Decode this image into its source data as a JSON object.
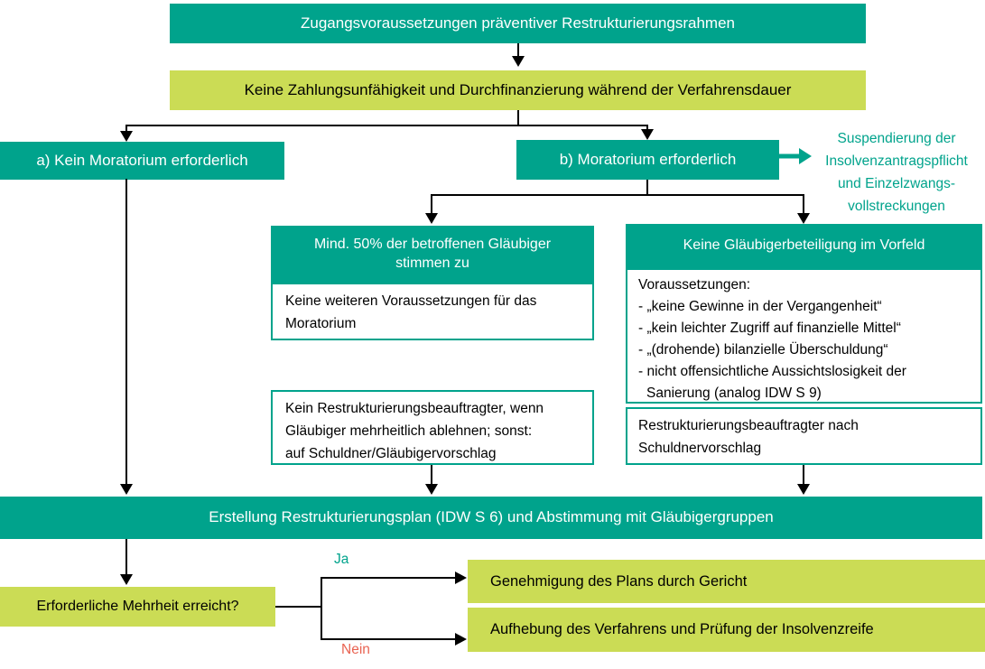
{
  "colors": {
    "teal": "#00a38c",
    "lime_green": "#cbdc55",
    "yes_label_color": "#00a38c",
    "no_label_color": "#e96352",
    "connector_color": "#000000"
  },
  "flow": {
    "title": "Zugangsvoraussetzungen präventiver Restrukturierungsrahmen",
    "precondition": "Keine Zahlungsunfähigkeit und Durchfinanzierung während der Verfahrensdauer",
    "branch_a_label": "a) Kein Moratorium erforderlich",
    "branch_b_label": "b) Moratorium erforderlich",
    "suspension_note": "Suspendierung der\nInsolvenzantragspflicht\nund Einzelzwangs-\nvollstreckungen",
    "consent_option": {
      "header": "Mind. 50% der betroffenen Gläubiger\nstimmen zu",
      "note": "Keine weiteren Voraussetzungen für das\nMoratorium",
      "officer_note": "Kein Restrukturierungsbeauftragter, wenn\nGläubiger mehrheitlich ablehnen; sonst:\nauf Schuldner/Gläubigervorschlag"
    },
    "no_involvement_option": {
      "header": "Keine Gläubigerbeteiligung im Vorfeld",
      "requirements_title": "Voraussetzungen:",
      "requirements": [
        "- „keine Gewinne in der Vergangenheit“",
        "- „kein leichter Zugriff auf finanzielle Mittel“",
        "- „(drohende) bilanzielle Überschuldung“",
        "- nicht offensichtliche Aussichtslosigkeit der\nSanierung (analog IDW S 9)"
      ],
      "officer_note": "Restrukturierungsbeauftragter nach\nSchuldnervorschlag"
    },
    "plan_step": "Erstellung Restrukturierungsplan (IDW S 6) und Abstimmung mit Gläubigergruppen",
    "decision": "Erforderliche Mehrheit erreicht?",
    "yes_label": "Ja",
    "no_label": "Nein",
    "outcome_yes": "Genehmigung des Plans durch Gericht",
    "outcome_no": "Aufhebung des Verfahrens und Prüfung der Insolvenzreife"
  }
}
